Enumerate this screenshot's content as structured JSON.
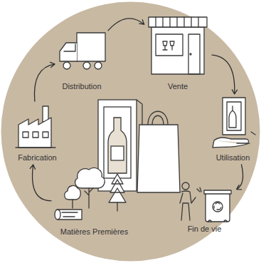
{
  "diagram": {
    "nodes": [
      {
        "text": [
          "Distribution"
        ]
      },
      {
        "text": [
          "Vente"
        ]
      },
      {
        "text": [
          "Utilisation"
        ]
      },
      {
        "text": [
          "Fin de vie"
        ]
      },
      {
        "text": [
          "Matières Premières"
        ]
      },
      {
        "text": [
          "Fabrication"
        ]
      }
    ],
    "edges": [
      {
        "from": 4,
        "to": 5,
        "arrow": "to"
      },
      {
        "from": 5,
        "to": 0,
        "arrow": "to"
      },
      {
        "from": 0,
        "to": 1,
        "arrow": "to"
      },
      {
        "from": 1,
        "to": 2,
        "arrow": "to"
      },
      {
        "from": 2,
        "to": 3,
        "arrow": "to"
      }
    ]
  }
}
